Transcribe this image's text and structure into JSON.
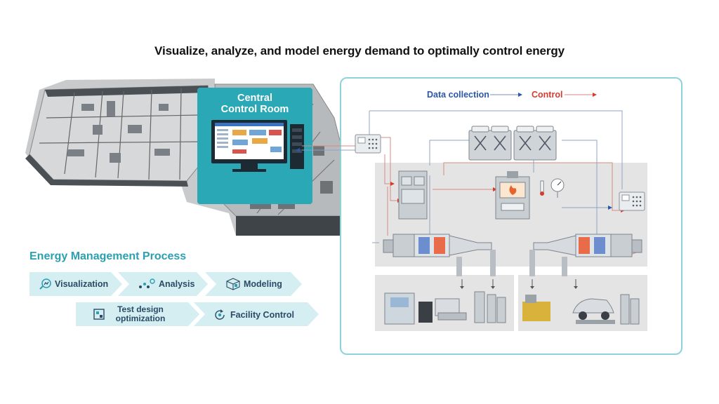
{
  "title": "Visualize, analyze, and model energy demand to optimally control energy",
  "control_room": {
    "line1": "Central",
    "line2": "Control Room"
  },
  "system": {
    "legend": {
      "data_collection": "Data collection",
      "control": "Control"
    },
    "colors": {
      "data_collection": "#2b57a8",
      "control": "#d63b2e",
      "frame": "#8fd3da"
    }
  },
  "process": {
    "title": "Energy Management Process",
    "steps": [
      {
        "label": "Visualization",
        "icon": "magnifier-chart-icon"
      },
      {
        "label": "Analysis",
        "icon": "scatter-dots-icon"
      },
      {
        "label": "Modeling",
        "icon": "cube-grid-icon"
      },
      {
        "label_line1": "Test design",
        "label_line2": "optimization",
        "icon": "grid-square-icon"
      },
      {
        "label": "Facility Control",
        "icon": "cycle-target-icon"
      }
    ]
  },
  "colors": {
    "accent": "#2aa8b5",
    "process_title": "#2aa0b1",
    "chevron": "#d4eef1"
  }
}
